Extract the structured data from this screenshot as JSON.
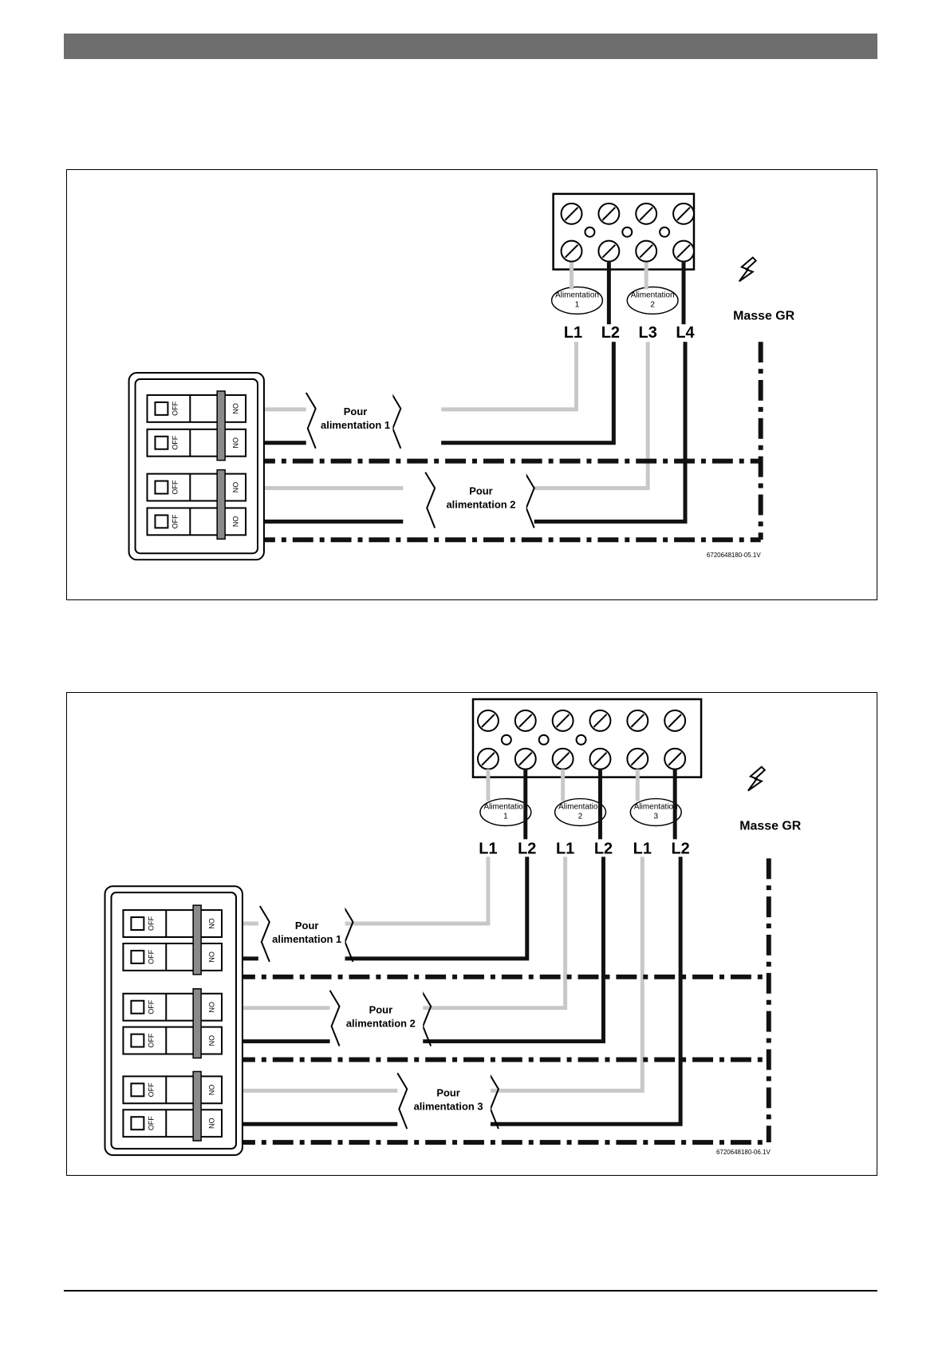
{
  "figure1": {
    "supply_bubbles": [
      {
        "line1": "Alimentation",
        "line2": "1"
      },
      {
        "line1": "Alimentation",
        "line2": "2"
      }
    ],
    "terminals": [
      "L1",
      "L2",
      "L3",
      "L4"
    ],
    "ground_label": "Masse GR",
    "feeds": [
      {
        "line1": "Pour",
        "line2": "alimentation 1"
      },
      {
        "line1": "Pour",
        "line2": "alimentation 2"
      }
    ],
    "breaker_off": "OFF",
    "breaker_on": "ON",
    "figure_code": "6720648180-05.1V"
  },
  "figure2": {
    "supply_bubbles": [
      {
        "line1": "Alimentation",
        "line2": "1"
      },
      {
        "line1": "Alimentation",
        "line2": "2"
      },
      {
        "line1": "Alimentation",
        "line2": "3"
      }
    ],
    "terminals": [
      "L1",
      "L2",
      "L1",
      "L2",
      "L1",
      "L2"
    ],
    "ground_label": "Masse GR",
    "feeds": [
      {
        "line1": "Pour",
        "line2": "alimentation 1"
      },
      {
        "line1": "Pour",
        "line2": "alimentation 2"
      },
      {
        "line1": "Pour",
        "line2": "alimentation 3"
      }
    ],
    "breaker_off": "OFF",
    "breaker_on": "ON",
    "figure_code": "6720648180-06.1V"
  },
  "colors": {
    "header_bar": "#6e6e6e",
    "wire_live": "#c8c8c8",
    "wire_neutral": "#111111",
    "breaker_handle": "#8a8a8a"
  }
}
